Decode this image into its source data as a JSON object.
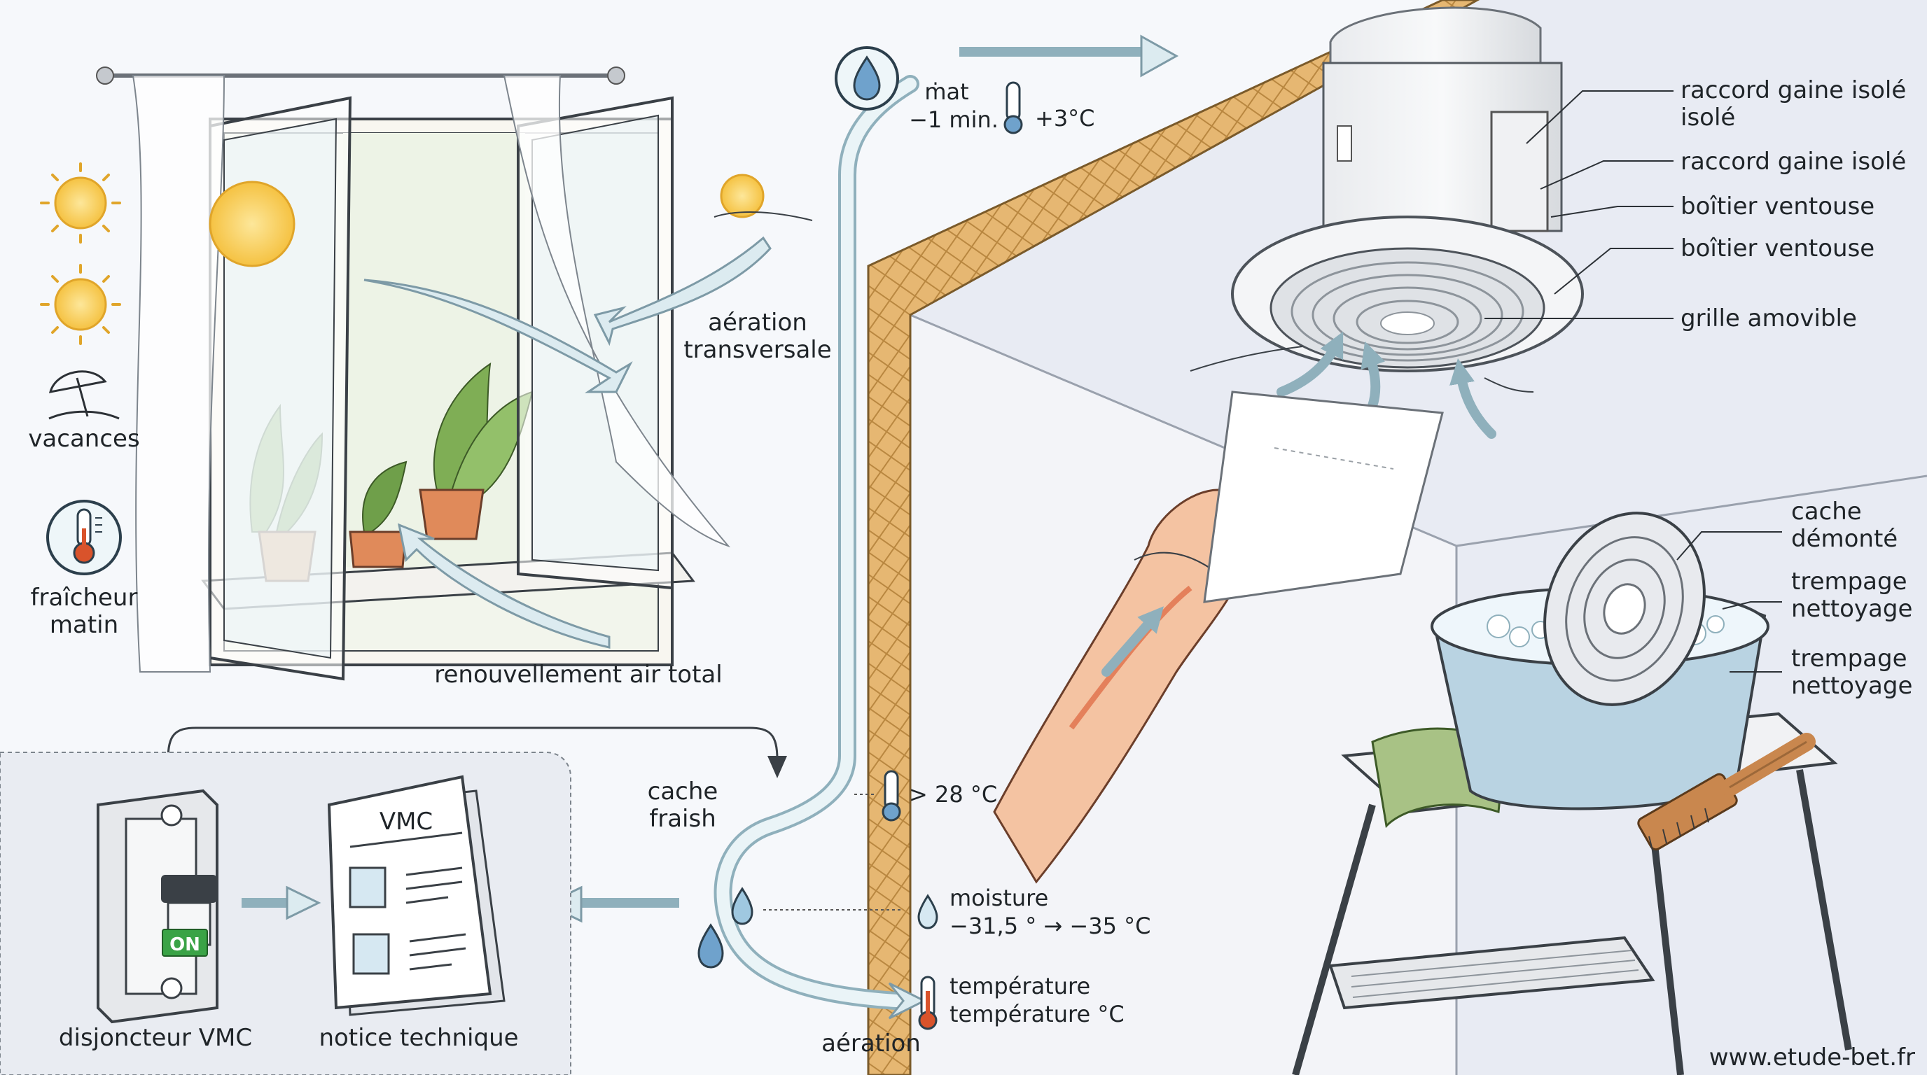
{
  "left_icons": {
    "vacation": "vacances",
    "cool_morning": "fraîcheur\nmatin"
  },
  "window": {
    "cross_ventilation": "aération\ntransversale",
    "total_air_renewal": "renouvellement air total"
  },
  "center": {
    "mat_line1": "ṁat",
    "mat_line2": "−1 min.",
    "temp_small": "+3°C",
    "cache_fraish": "cache\nfraish",
    "over_28": "> 28 °C",
    "moisture_line1": "moisture",
    "moisture_line2": "−31,5 ° → −35 °C",
    "temperature_line1": "température",
    "temperature_line2": "température °C",
    "aeration": "aération"
  },
  "bottom_left": {
    "breaker": "disjoncteur VMC",
    "breaker_switch": "ON",
    "manual": "notice technique",
    "manual_title": "VMC"
  },
  "vent_labels": [
    "raccord gaine isolé\nisolé",
    "raccord gaine isolé",
    "boîtier ventouse",
    "boîtier ventouse",
    "grille amovible"
  ],
  "basin_labels": [
    "cache\ndémonté",
    "trempage\nnettoyage",
    "trempage\nnettoyage"
  ],
  "watermark": "www.etude-bet.fr",
  "colors": {
    "sun": "#f5c242",
    "flow_arrow": "#dcebf0",
    "thermo_red": "#d9532b",
    "switch_green": "#3aa346",
    "insulation": "#d9a45c"
  }
}
